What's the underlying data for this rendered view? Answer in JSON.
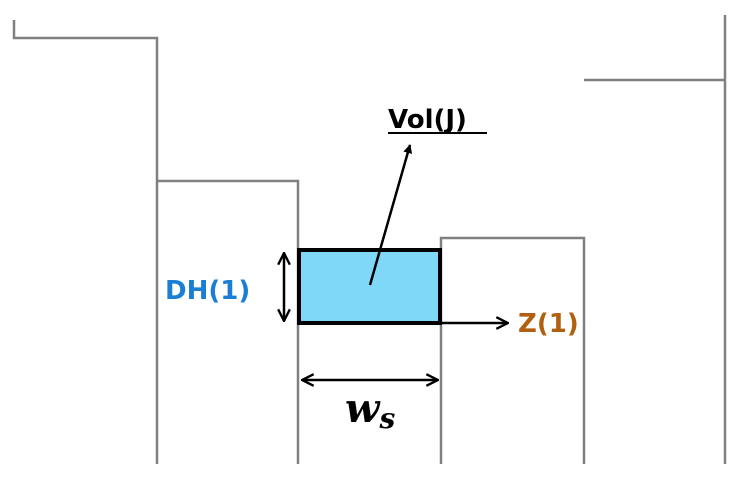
{
  "labels": {
    "vol": "Vol(J)",
    "dh": "DH(1)",
    "z": "Z(1)",
    "ws_main": "w",
    "ws_sub": "s"
  },
  "colors": {
    "profile_stroke": "#808080",
    "cell_fill": "#80d8f8",
    "cell_stroke": "#000000",
    "dh_text": "#1a7fd4",
    "z_text": "#b06010",
    "arrow": "#000000"
  }
}
